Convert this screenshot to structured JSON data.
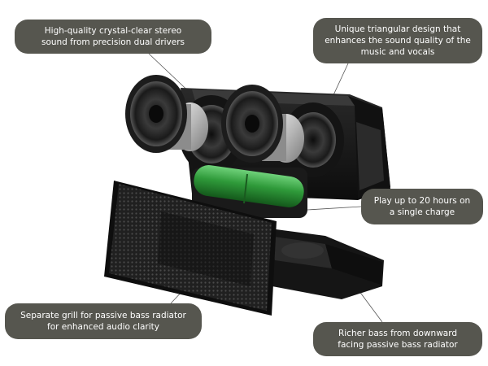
{
  "callouts": {
    "drivers": "High-quality crystal-clear stereo\nsound from precision dual drivers",
    "design": "Unique triangular design that\nenhances the sound quality of the\nmusic and vocals",
    "battery": "Play up to 20 hours on\na single charge",
    "grill": "Separate grill for passive bass radiator\nfor enhanced audio clarity",
    "radiator": "Richer bass from downward\nfacing passive bass radiator"
  },
  "colors": {
    "callout_bg": "#56564f",
    "callout_text": "#ffffff",
    "speaker_body": "#1a1a1a",
    "battery_green": "#2f9a3a",
    "cone_silver": "#c8c8c8"
  },
  "icons": [
    "speaker-driver-icon",
    "battery-icon",
    "grill-icon",
    "bass-radiator-icon"
  ]
}
